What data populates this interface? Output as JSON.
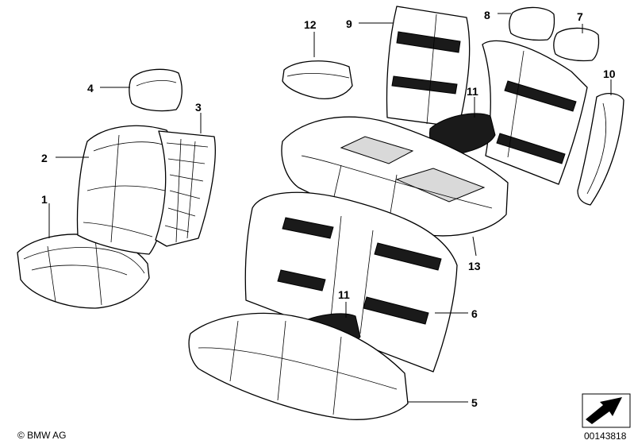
{
  "callouts": {
    "c1": "1",
    "c2": "2",
    "c3": "3",
    "c4": "4",
    "c5": "5",
    "c6": "6",
    "c7": "7",
    "c8": "8",
    "c9": "9",
    "c10": "10",
    "c11a": "11",
    "c11b": "11",
    "c12": "12",
    "c13": "13"
  },
  "footer": {
    "copyright": "© BMW AG",
    "image_number": "00143818"
  }
}
